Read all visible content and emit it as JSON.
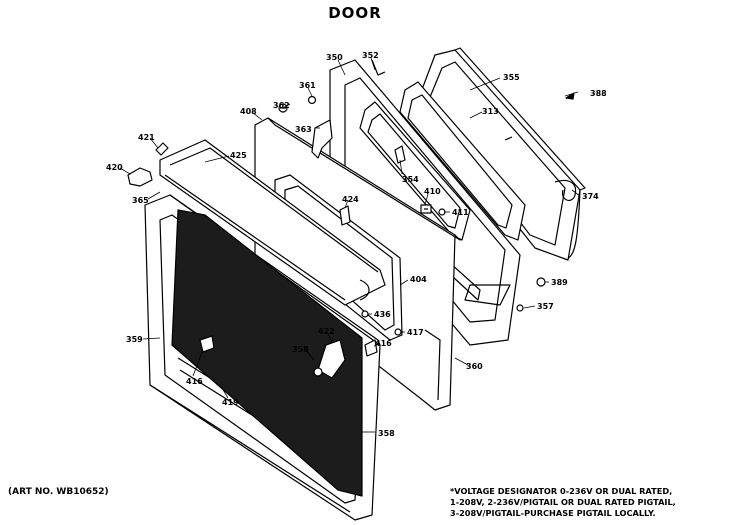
{
  "title": "DOOR",
  "art_no": "(ART NO. WB10652)",
  "note_lines": [
    "*VOLTAGE DESIGNATOR 0-236V OR DUAL RATED,",
    "1-208V, 2-236V/PIGTAIL OR DUAL RATED PIGTAIL,",
    "3-208V/PIGTAIL-PURCHASE PIGTAIL LOCALLY."
  ],
  "part_labels": {
    "p350": "350",
    "p352": "352",
    "p355": "355",
    "p388": "388",
    "p361": "361",
    "p362": "362",
    "p363": "363",
    "p408": "408",
    "p313": "313",
    "p354": "354",
    "p374": "374",
    "p421": "421",
    "p425": "425",
    "p420": "420",
    "p365": "365",
    "p410": "410",
    "p411": "411",
    "p424": "424",
    "p404": "404",
    "p389": "389",
    "p357": "357",
    "p359": "359",
    "p436": "436",
    "p417": "417",
    "p422": "422",
    "p360": "360",
    "p416a": "416",
    "p416b": "416",
    "p419": "419",
    "p358": "358"
  }
}
